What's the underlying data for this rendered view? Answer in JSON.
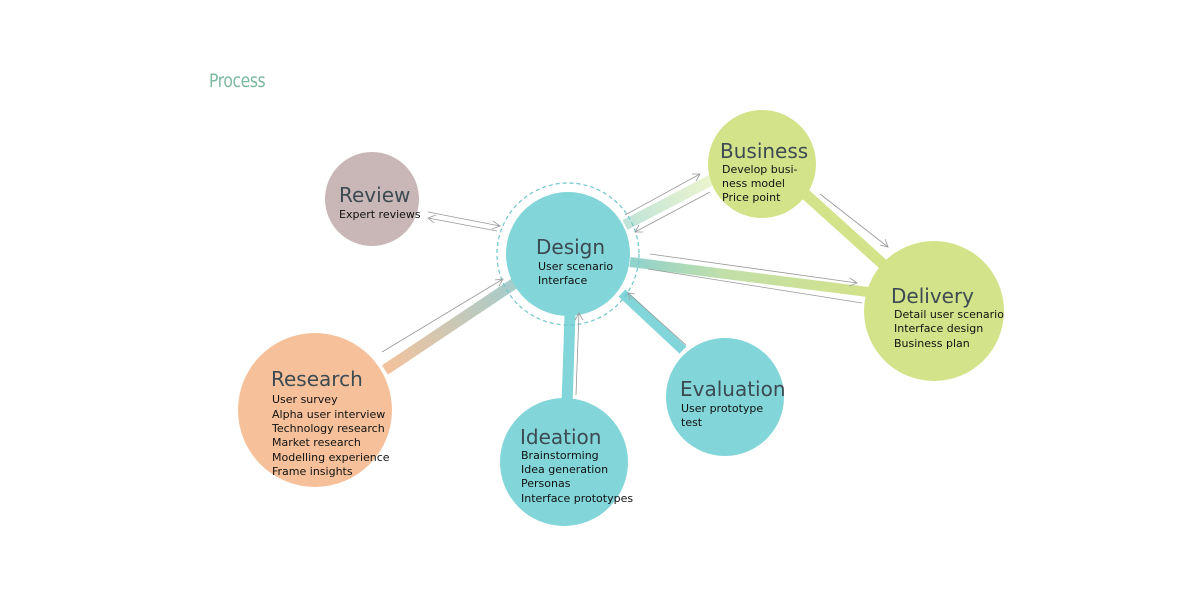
{
  "title": "Process",
  "nodes": {
    "review": {
      "title": "Review",
      "lines": [
        "Expert reviews"
      ],
      "color": "#c9b6b6"
    },
    "design": {
      "title": "Design",
      "lines": [
        "User scenario",
        "Interface"
      ],
      "color": "#82d5d8"
    },
    "business": {
      "title": "Business",
      "lines": [
        "Develop busi-",
        "ness model",
        "Price point"
      ],
      "color": "#d3e38a"
    },
    "delivery": {
      "title": "Delivery",
      "lines": [
        "Detail user scenario",
        "Interface design",
        "Business plan"
      ],
      "color": "#d3e38a"
    },
    "research": {
      "title": "Research",
      "lines": [
        "User survey",
        "Alpha user interview",
        "Technology research",
        "Market research",
        "Modelling experience",
        "Frame insights"
      ],
      "color": "#f6c19a"
    },
    "ideation": {
      "title": "Ideation",
      "lines": [
        "Brainstorming",
        "Idea generation",
        "Personas",
        "Interface prototypes"
      ],
      "color": "#82d5d8"
    },
    "evaluation": {
      "title": "Evaluation",
      "lines": [
        "User prototype",
        "test"
      ],
      "color": "#82d5d8"
    }
  },
  "colors": {
    "teal": "#82d5d8",
    "green": "#d3e38a",
    "peach": "#f6c19a",
    "mauve": "#c9b6b6",
    "arrow": "#999999",
    "title": "#7ab8a0"
  }
}
